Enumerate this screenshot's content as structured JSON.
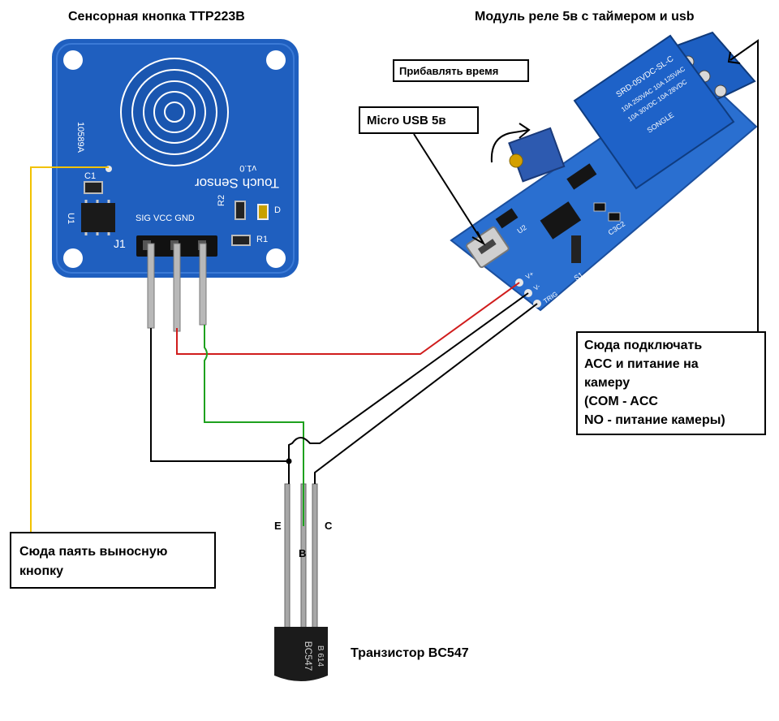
{
  "titles": {
    "touch_module": "Сенсорная кнопка TTP223B",
    "relay_module": "Модуль реле 5в с таймером и usb",
    "transistor": "Транзистор BC547"
  },
  "callouts": {
    "add_time": "Прибавлять время",
    "micro_usb": "Micro USB 5в",
    "external_button": [
      "Сюда паять выносную",
      "кнопку"
    ],
    "acc_power": [
      "Сюда подключать",
      "АСС и питание на",
      "камеру",
      "(COM - ACC",
      "NO - питание камеры)"
    ]
  },
  "transistor_pins": {
    "e": "E",
    "b": "B",
    "c": "C"
  },
  "touch_board_silk": {
    "touch_sensor": "Touch Sensor",
    "version": "v1.0",
    "serial": "10589A",
    "pins": "SIG VCC GND",
    "header": "J1",
    "c1": "C1",
    "u1": "U1",
    "r2": "R2",
    "r1": "R1",
    "d": "D"
  },
  "relay_board_silk": {
    "relay_model": "SRD-05VDC-SL-C",
    "relay_brand": "SONGLE",
    "rating1": "10A 250VAC 10A 125VAC",
    "rating2": "10A 30VDC 10A 28VDC",
    "v_plus": "V+",
    "v_minus": "V-",
    "trig": "TRIG",
    "u2": "U2",
    "s1": "S1",
    "c3c2": "C3C2"
  },
  "transistor_marking": {
    "line1": "BC547",
    "line2": "B 614"
  },
  "colors": {
    "pcb_blue": "#1f5fbf",
    "relay_blue": "#2a6fd0",
    "wire_red": "#d01c1c",
    "wire_green": "#1ea11e",
    "wire_black": "#000000",
    "wire_yellow": "#f2c200"
  }
}
